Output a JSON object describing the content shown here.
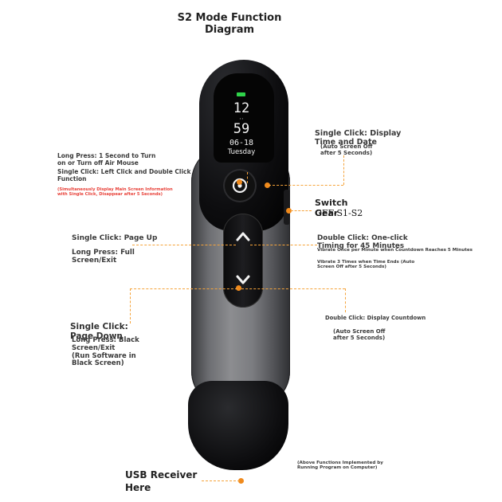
{
  "title": "S2 Mode Function\nDiagram",
  "device": {
    "time_hour": "12",
    "time_minute": "59",
    "date": "06-18",
    "weekday": "Tuesday",
    "led_color": "#2fd34a"
  },
  "labels": {
    "long_press_mouse": "Long Press: 1 Second to Turn\non or Turn off Air Mouse",
    "single_click_mouse": "Single Click: Left Click and Double Click Function",
    "simultaneously_display": "(Simultaneously Display Main Screen Information\nwith Single Click, Disappear after 5 Seconds)",
    "single_click_display_time": "Single Click: Display\nTime and Date",
    "auto_screen_off_5": "(Auto Screen Off\nafter 5 Seconds)",
    "switch_gear": "Switch\nGear",
    "switch_positions": "OFF-S1-S2",
    "single_click_page_up": "Single Click: Page Up",
    "long_press_full_screen": "Long Press: Full\nScreen/Exit",
    "double_click_timing": "Double Click: One-click\nTiming for 45 Minutes",
    "vibrate_once": "Vibrate Once per Minute when Countdown Reaches 5 Minutes",
    "vibrate_three": "Vibrate 3 Times when Time Ends (Auto\nScreen Off after 5 Seconds)",
    "single_click_page_down": "Single Click:\nPage Down",
    "long_press_black": "Long Press: Black\nScreen/Exit\n(Run Software in\nBlack Screen)",
    "double_click_countdown": "Double Click: Display Countdown",
    "auto_screen_off_countdown": "(Auto Screen Off\nafter 5 Seconds)",
    "usb_receiver": "USB Receiver\nHere",
    "above_functions": "(Above Functions Implemented by\nRunning Program on Computer)"
  }
}
